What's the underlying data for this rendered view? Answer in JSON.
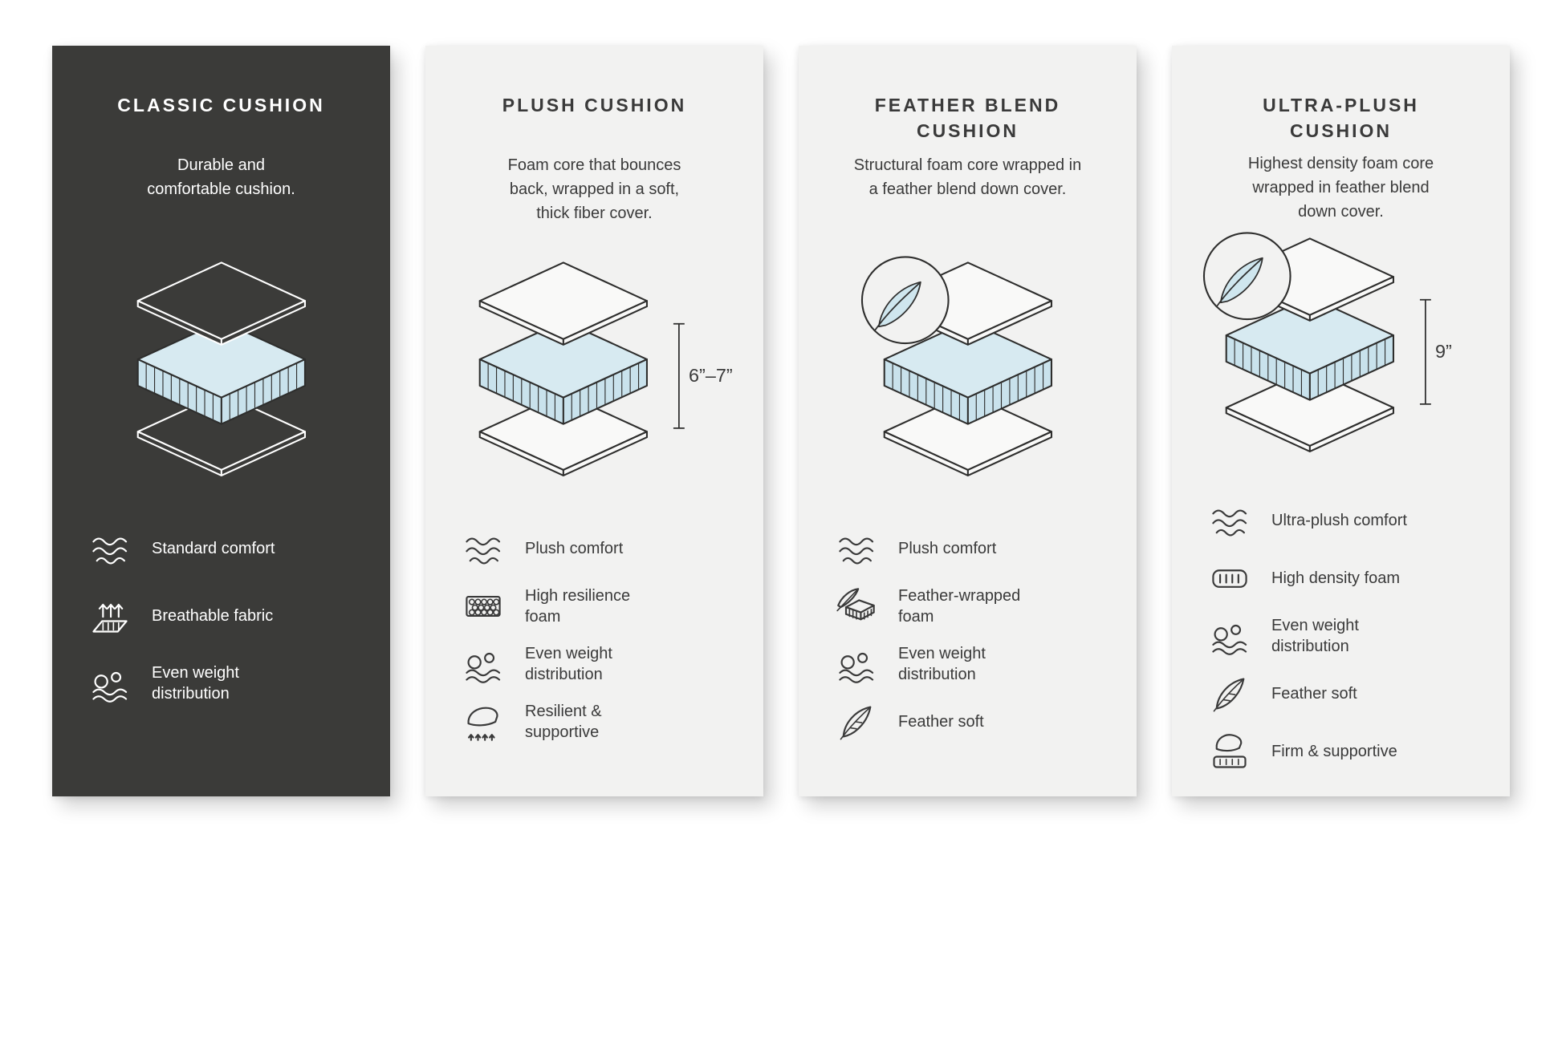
{
  "colors": {
    "dark_panel": "#3b3b39",
    "light_panel": "#f2f2f1",
    "foam_blue": "#cfe6ee",
    "outline": "#2e2e2d",
    "text_dark": "#3a3a3a",
    "text_light": "#ffffff"
  },
  "panels": [
    {
      "title": "CLASSIC CUSHION",
      "description": "Durable and\ncomfortable cushion.",
      "features": [
        {
          "icon": "waves-icon",
          "label": "Standard comfort"
        },
        {
          "icon": "breathable-fabric-icon",
          "label": "Breathable fabric"
        },
        {
          "icon": "weight-distribution-icon",
          "label": "Even weight\ndistribution"
        }
      ]
    },
    {
      "title": "PLUSH CUSHION",
      "description": "Foam core that bounces\nback, wrapped in a soft,\nthick fiber cover.",
      "dimension": "6”–7”",
      "features": [
        {
          "icon": "waves-icon",
          "label": "Plush comfort"
        },
        {
          "icon": "resilience-foam-icon",
          "label": "High resilience\nfoam"
        },
        {
          "icon": "weight-distribution-icon",
          "label": "Even weight\ndistribution"
        },
        {
          "icon": "hand-press-icon",
          "label": "Resilient &\nsupportive"
        }
      ]
    },
    {
      "title": "FEATHER BLEND\nCUSHION",
      "description": "Structural foam core wrapped in\na feather blend down cover.",
      "features": [
        {
          "icon": "waves-icon",
          "label": "Plush comfort"
        },
        {
          "icon": "feather-wrapped-foam-icon",
          "label": "Feather-wrapped\nfoam"
        },
        {
          "icon": "weight-distribution-icon",
          "label": "Even weight\ndistribution"
        },
        {
          "icon": "feather-icon",
          "label": "Feather soft"
        }
      ]
    },
    {
      "title": "ULTRA-PLUSH\nCUSHION",
      "description": "Highest density foam core\nwrapped in feather blend\ndown cover.",
      "dimension": "9”",
      "features": [
        {
          "icon": "waves-icon",
          "label": "Ultra-plush comfort"
        },
        {
          "icon": "high-density-foam-icon",
          "label": "High density foam"
        },
        {
          "icon": "weight-distribution-icon",
          "label": "Even weight\ndistribution"
        },
        {
          "icon": "feather-icon",
          "label": "Feather soft"
        },
        {
          "icon": "firm-support-icon",
          "label": "Firm & supportive"
        }
      ]
    }
  ]
}
